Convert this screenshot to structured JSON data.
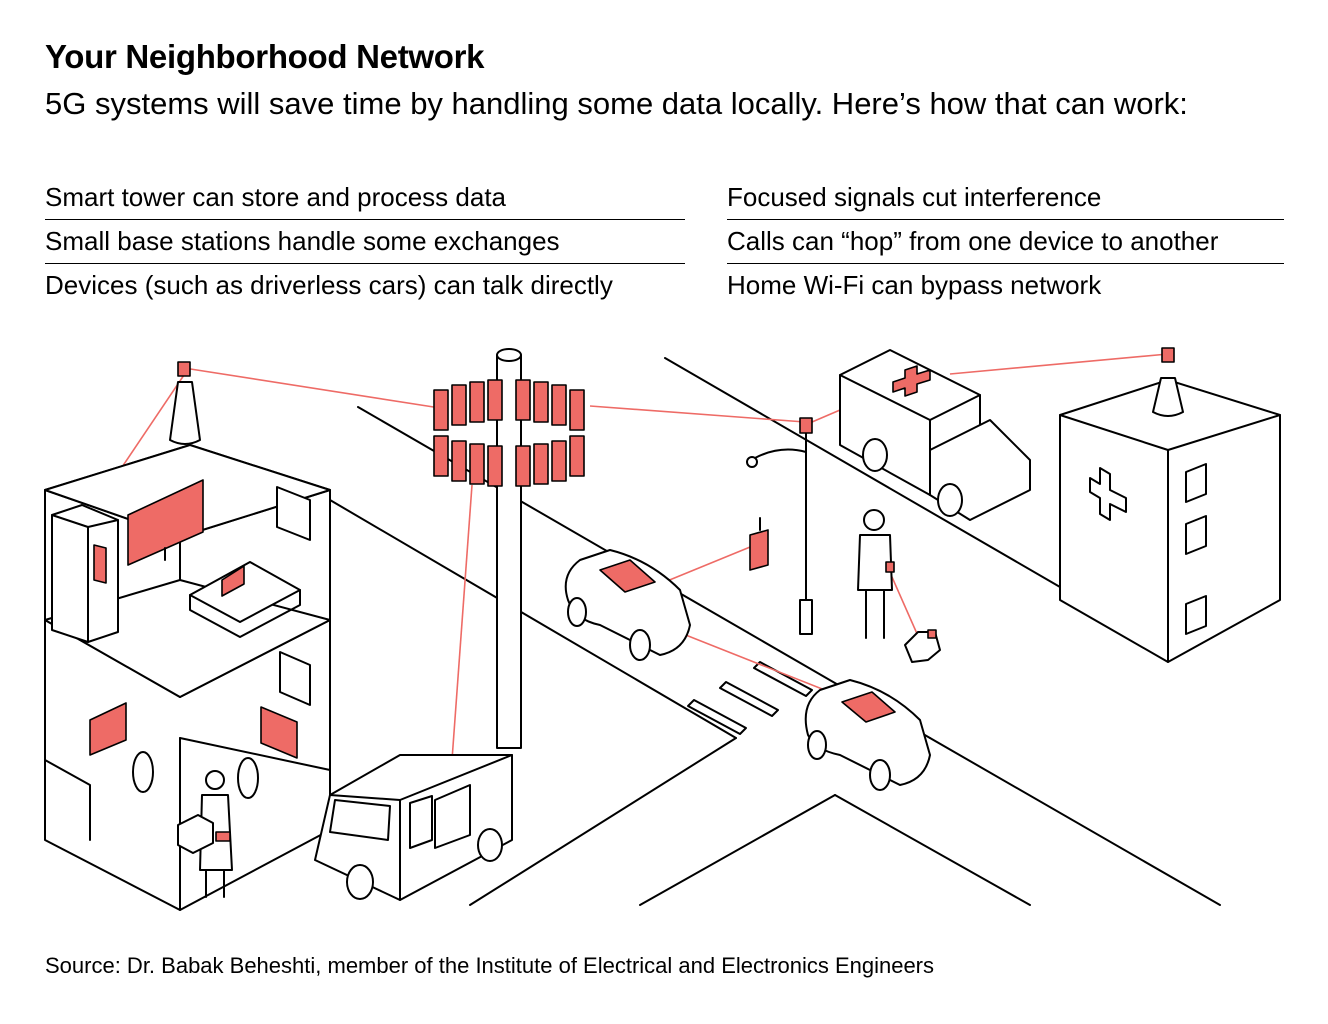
{
  "header": {
    "title": "Your Neighborhood Network",
    "subtitle": "5G systems will save time by handling some data locally. Here’s how that can work:"
  },
  "notes": {
    "left": [
      "Smart tower can store and process data",
      "Small base stations handle some exchanges",
      "Devices (such as driverless cars) can talk directly"
    ],
    "right": [
      "Focused signals cut interference",
      "Calls can “hop” from one device to another",
      "Home Wi-Fi can bypass network"
    ]
  },
  "source": "Source: Dr. Babak Beheshti, member of the Institute of Electrical and Electronics Engineers",
  "colors": {
    "accent": "#ee6b66",
    "line": "#000000",
    "background": "#ffffff"
  },
  "icons": [
    "hospital-cross-icon",
    "ambulance-cross-icon"
  ]
}
